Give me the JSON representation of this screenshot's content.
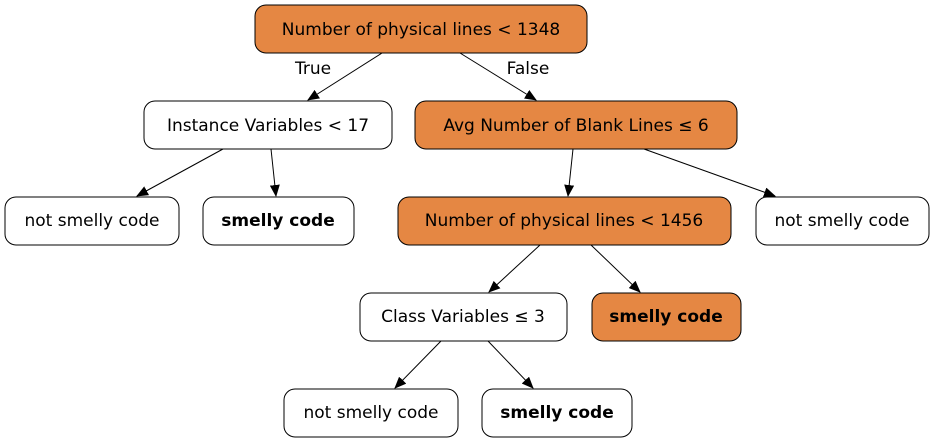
{
  "nodes": {
    "root": {
      "label": "Number of physical lines < 1348",
      "style": "orange"
    },
    "left_split": {
      "label": "Instance Variables < 17",
      "style": "white"
    },
    "right_split": {
      "label": "Avg Number of Blank Lines ≤ 6",
      "style": "orange"
    },
    "leaf_ll": {
      "label": "not smelly code",
      "style": "white"
    },
    "leaf_lr": {
      "label": "smelly code",
      "style": "white-bold"
    },
    "mid_split": {
      "label": "Number of physical lines < 1456",
      "style": "orange"
    },
    "leaf_rr": {
      "label": "not smelly code",
      "style": "white"
    },
    "class_split": {
      "label": "Class Variables ≤ 3",
      "style": "white"
    },
    "leaf_mr": {
      "label": "smelly code",
      "style": "orange-bold"
    },
    "leaf_cl": {
      "label": "not smelly code",
      "style": "white"
    },
    "leaf_cr": {
      "label": "smelly code",
      "style": "white-bold"
    }
  },
  "edge_labels": {
    "true": "True",
    "false": "False"
  },
  "colors": {
    "decision_fill": "#e58743",
    "leaf_fill": "#ffffff",
    "stroke": "#000000"
  }
}
